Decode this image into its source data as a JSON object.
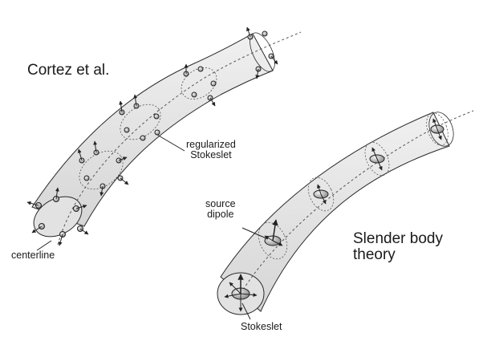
{
  "panels": {
    "left_title": "Cortez et al.",
    "right_title_line1": "Slender body",
    "right_title_line2": "theory"
  },
  "labels": {
    "regularized_line1": "regularized",
    "regularized_line2": "Stokeslet",
    "centerline": "centerline",
    "source_line1": "source",
    "source_line2": "dipole",
    "stokeslet": "Stokeslet"
  },
  "colors": {
    "tube_fill": "#e6e6e6",
    "outline": "#2a2a2a",
    "centerline": "#555555",
    "blob": "#b8b8b8",
    "text": "#1a1a1a"
  }
}
